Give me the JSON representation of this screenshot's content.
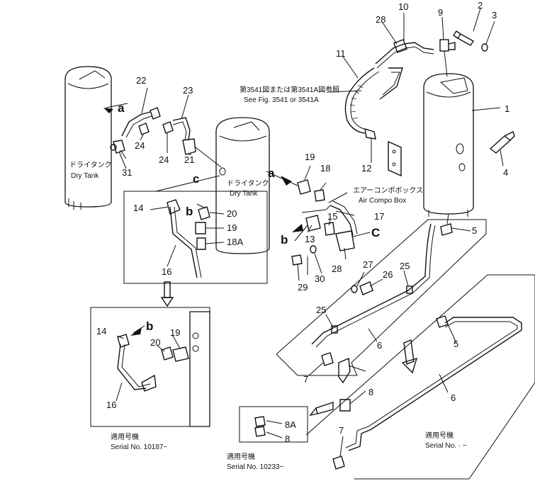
{
  "callouts": {
    "n1": "1",
    "n2": "2",
    "n3": "3",
    "n4": "4",
    "n5a": "5",
    "n5b": "5",
    "n6a": "6",
    "n6b": "6",
    "n7a": "7",
    "n7b": "7",
    "n8a": "8",
    "n8b": "8",
    "n8A": "8A",
    "n9": "9",
    "n10": "10",
    "n11": "11",
    "n12": "12",
    "n13": "13",
    "n14a": "14",
    "n14b": "14",
    "n15": "15",
    "n16a": "16",
    "n16b": "16",
    "n17": "17",
    "n18": "18",
    "n18A": "18A",
    "n19a": "19",
    "n19b": "19",
    "n19c": "19",
    "n20a": "20",
    "n20b": "20",
    "n21": "21",
    "n22": "22",
    "n23": "23",
    "n24a": "24",
    "n24b": "24",
    "n25a": "25",
    "n25b": "25",
    "n26": "26",
    "n27": "27",
    "n28a": "28",
    "n28b": "28",
    "n29": "29",
    "n30": "30",
    "n31": "31"
  },
  "letters": {
    "a1": "a",
    "a2": "a",
    "b1": "b",
    "b2": "b",
    "b3": "b",
    "c1": "c",
    "c2": "C"
  },
  "labels": {
    "dry_tank_jp_left": "ドライタンク",
    "dry_tank_en_left": "Dry Tank",
    "dry_tank_jp_mid": "ドライタンク",
    "dry_tank_en_mid": "Dry Tank",
    "see_fig_jp": "第3541図または第3541A図参照",
    "see_fig_en": "See Fig. 3541 or 3541A",
    "air_compo_jp": "エアーコンポボックス",
    "air_compo_en": "Air Compo Box",
    "serial_jp_1": "適用号機",
    "serial_en_1": "Serial No. 10187~",
    "serial_jp_2": "適用号機",
    "serial_en_2": "Serial No. 10233~",
    "serial_jp_3": "適用号機",
    "serial_en_3": "Serial No.   ·   ~"
  }
}
